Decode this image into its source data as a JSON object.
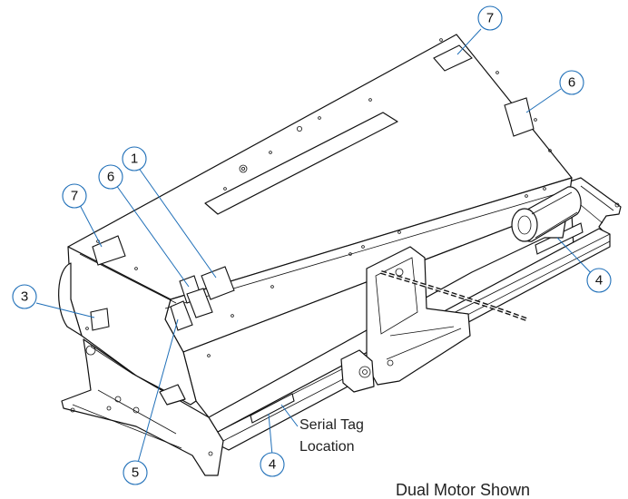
{
  "diagram": {
    "callouts": [
      {
        "id": "callout-7-top",
        "number": "7"
      },
      {
        "id": "callout-6-right",
        "number": "6"
      },
      {
        "id": "callout-1",
        "number": "1"
      },
      {
        "id": "callout-6-left",
        "number": "6"
      },
      {
        "id": "callout-7-left",
        "number": "7"
      },
      {
        "id": "callout-3",
        "number": "3"
      },
      {
        "id": "callout-4-right",
        "number": "4"
      },
      {
        "id": "callout-4-bottom",
        "number": "4"
      },
      {
        "id": "callout-5",
        "number": "5"
      }
    ],
    "serial_tag_line1": "Serial Tag",
    "serial_tag_line2": "Location",
    "caption": "Dual Motor Shown"
  }
}
